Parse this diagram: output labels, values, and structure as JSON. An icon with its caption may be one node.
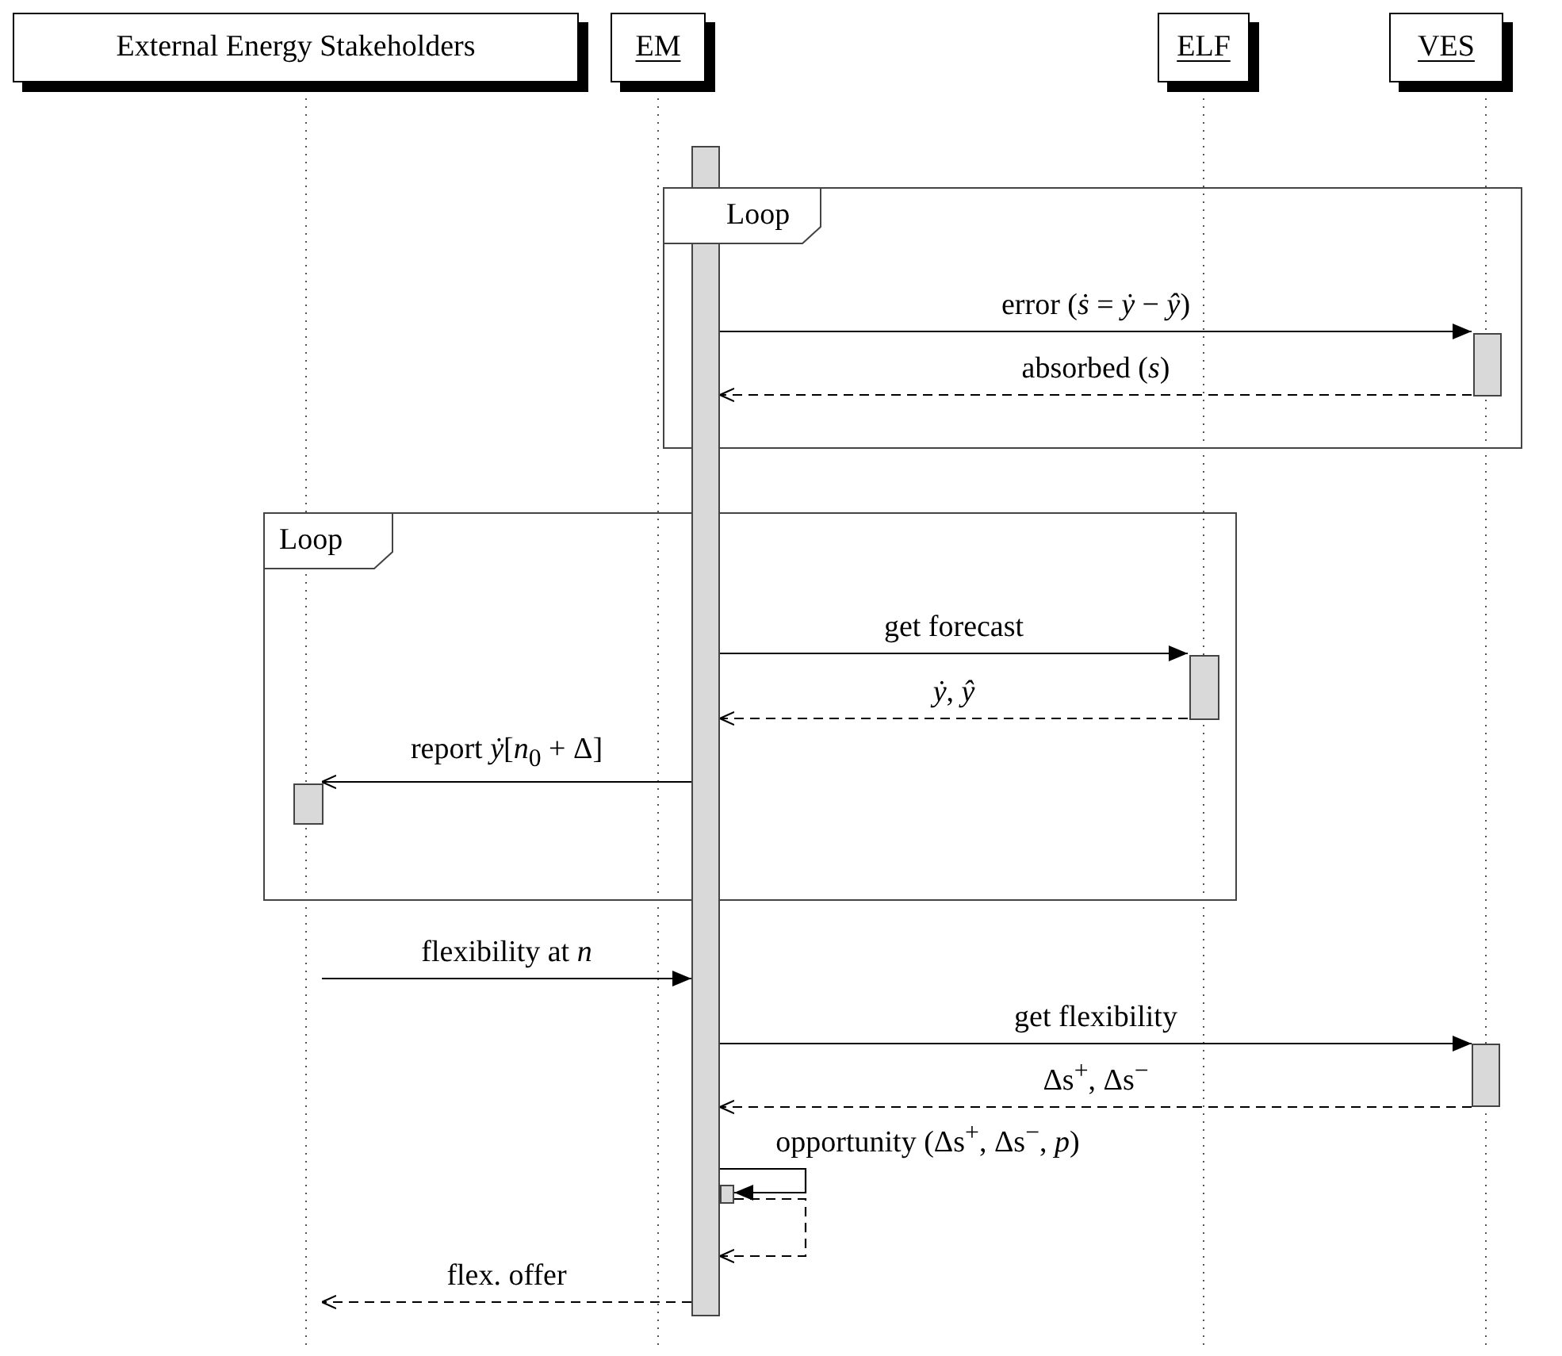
{
  "diagram": {
    "nodes": [
      {
        "text": [
          "External Energy Stakeholders"
        ]
      },
      {
        "text": [
          "EM"
        ]
      },
      {
        "text": [
          "ELF"
        ]
      },
      {
        "text": [
          "VES"
        ]
      },
      {
        "text": [],
        "shape": "bar"
      },
      {
        "text": [
          "Loop"
        ]
      },
      {
        "text": [],
        "shape": "bar",
        "in": 5
      },
      {
        "text": [
          "Loop"
        ]
      },
      {
        "text": [],
        "shape": "bar",
        "in": 7
      },
      {
        "text": [],
        "shape": "bar",
        "in": 7
      },
      {
        "text": [],
        "shape": "bar"
      },
      {
        "text": [],
        "shape": "bar"
      }
    ],
    "edges": [
      {
        "from": 4,
        "to": 6,
        "arrow": "to",
        "label": "error (*ṡ* = *ẏ* − *ŷ*)"
      },
      {
        "from": 6,
        "to": 4,
        "arrow": "to",
        "label": "absorbed (*s*)",
        "style": "dashed"
      },
      {
        "from": 4,
        "to": 8,
        "arrow": "to",
        "label": "get forecast"
      },
      {
        "from": 8,
        "to": 4,
        "arrow": "to",
        "label": "*ẏ*, *ŷ*",
        "style": "dashed"
      },
      {
        "from": 4,
        "to": 9,
        "arrow": "to",
        "label": "report *ẏ*[*n*$_{0}$ + Δ]"
      },
      {
        "from": null,
        "to": 4,
        "arrow": "to",
        "label": "flexibility at *n*"
      },
      {
        "from": 4,
        "to": 10,
        "arrow": "to",
        "label": "get flexibility"
      },
      {
        "from": 10,
        "to": 4,
        "arrow": "to",
        "label": "Δs$^{+}$, Δs$^{−}$",
        "style": "dashed"
      },
      {
        "from": 4,
        "to": 11,
        "arrow": "to",
        "label": "opportunity (Δs$^{+}$, Δs$^{−}$, *p*)"
      },
      {
        "from": 11,
        "to": 4,
        "arrow": "to",
        "style": "dashed"
      },
      {
        "from": 4,
        "to": null,
        "arrow": "to",
        "label": "flex. offer",
        "style": "dashed"
      }
    ]
  }
}
